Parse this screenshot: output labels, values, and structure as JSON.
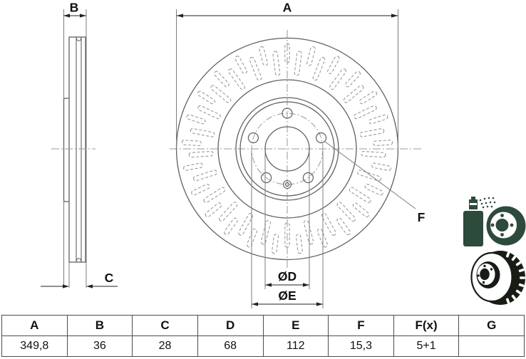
{
  "drawing": {
    "dim_labels": {
      "a": "A",
      "b": "B",
      "c": "C",
      "d": "ØD",
      "e": "ØE",
      "f": "F"
    }
  },
  "colors": {
    "icon_green": "#2d4a3a",
    "icon_dark": "#171d15",
    "line_gray": "#606060"
  },
  "icons": [
    {
      "name": "coated-disc-spray-icon"
    },
    {
      "name": "vented-disc-icon"
    }
  ],
  "table": {
    "headers": [
      "A",
      "B",
      "C",
      "D",
      "E",
      "F",
      "F(x)",
      "G"
    ],
    "values": [
      "349,8",
      "36",
      "28",
      "68",
      "112",
      "15,3",
      "5+1",
      ""
    ]
  }
}
